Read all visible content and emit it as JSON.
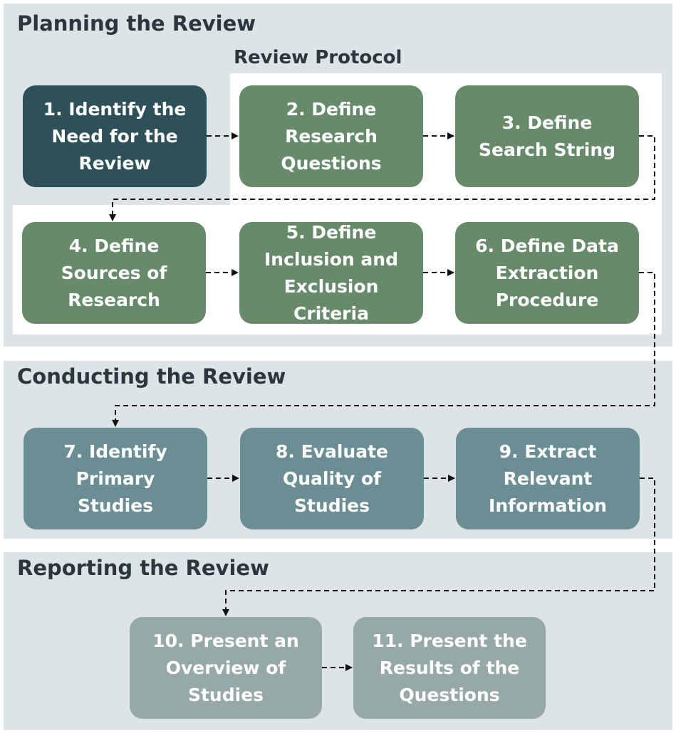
{
  "sections": {
    "planning": "Planning the Review",
    "protocol": "Review Protocol",
    "conducting": "Conducting the Review",
    "reporting": "Reporting the Review"
  },
  "steps": [
    {
      "label": "1. Identify the\nNeed for the\nReview"
    },
    {
      "label": "2. Define\nResearch\nQuestions"
    },
    {
      "label": "3. Define\nSearch String"
    },
    {
      "label": "4. Define\nSources of\nResearch"
    },
    {
      "label": "5. Define\nInclusion and\nExclusion\nCriteria"
    },
    {
      "label": "6. Define Data\nExtraction\nProcedure"
    },
    {
      "label": "7. Identify\nPrimary\nStudies"
    },
    {
      "label": "8. Evaluate\nQuality of\nStudies"
    },
    {
      "label": "9. Extract\nRelevant\nInformation"
    },
    {
      "label": "10. Present an\nOverview of\nStudies"
    },
    {
      "label": "11. Present the\nResults of the\nQuestions"
    }
  ],
  "colors": {
    "background_panel": "#dde4e6",
    "step_planning_first": "#2e5058",
    "step_protocol": "#668a6a",
    "step_conducting": "#6a8e93",
    "step_reporting": "#96a9a6",
    "connector": "#111111"
  }
}
